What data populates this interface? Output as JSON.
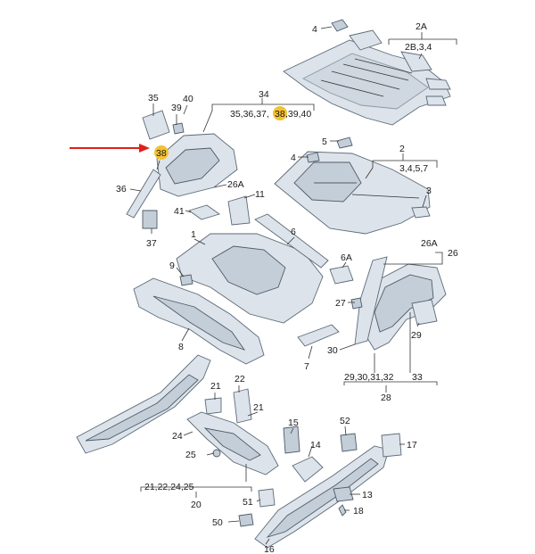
{
  "colors": {
    "highlight": "#f3c230",
    "arrow": "#e0201b",
    "part_fill": "#dde3ea",
    "part_stroke": "#5b6a78"
  },
  "highlighted_part": "38",
  "labels": {
    "l4a": "4",
    "l2A": "2A",
    "l2B": "2B,3,4",
    "l34": "34",
    "l35set": "35,36,37,",
    "l38set": "38",
    "l39set": ",39,40",
    "l35": "35",
    "l39": "39",
    "l40": "40",
    "l38": "38",
    "l5": "5",
    "l4b": "4",
    "l2": "2",
    "l345": "3,4,5,7",
    "l36": "36",
    "l26A": "26A",
    "l11": "11",
    "l41": "41",
    "l3": "3",
    "l37": "37",
    "l1": "1",
    "l6": "6",
    "l26Ab": "26A",
    "l26": "26",
    "l9": "9",
    "l6A": "6A",
    "l27": "27",
    "l29": "29",
    "l30": "30",
    "l8": "8",
    "l7": "7",
    "l29g": "29,30,31,32",
    "l33": "33",
    "l28": "28",
    "l21a": "21",
    "l22": "22",
    "l21b": "21",
    "l24": "24",
    "l15": "15",
    "l52": "52",
    "l17": "17",
    "l25": "25",
    "l14": "14",
    "l21g": "21,22,24,25",
    "l20": "20",
    "l13": "13",
    "l51": "51",
    "l18": "18",
    "l50": "50",
    "l16": "16"
  }
}
